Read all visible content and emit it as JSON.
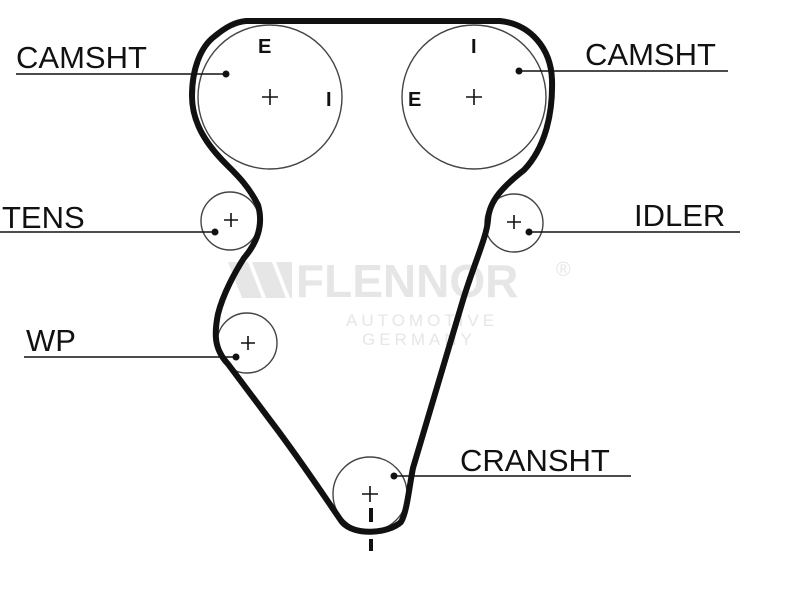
{
  "labels": {
    "camshaft_left": "CAMSHT",
    "camshaft_right": "CAMSHT",
    "tensioner": "TENS",
    "idler": "IDLER",
    "water_pump": "WP",
    "crankshaft": "CRANSHT"
  },
  "timing_marks": {
    "left_cam_top": "E",
    "left_cam_right": "I",
    "right_cam_top": "I",
    "right_cam_left": "E"
  },
  "watermark": {
    "brand": "FLENNOR",
    "registered": "®",
    "line1": "AUTOMOTIVE",
    "line2": "GERMANY"
  },
  "colors": {
    "belt": "#111111",
    "pulley_outline": "#444444",
    "watermark": "#e6e6e6"
  }
}
